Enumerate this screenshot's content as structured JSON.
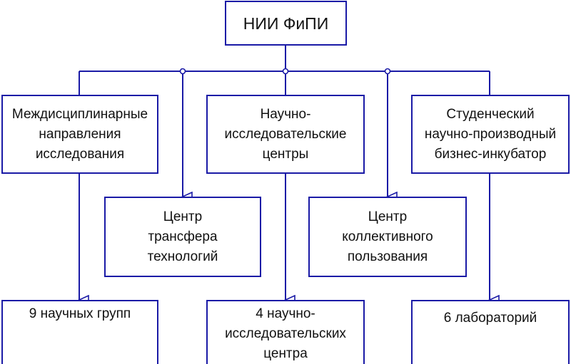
{
  "diagram": {
    "root": {
      "label": "НИИ ФиПИ"
    },
    "level1": [
      {
        "label": "Междисциплинарные\nнаправления\nисследования"
      },
      {
        "label": "Научно-\nисследовательские\nцентры"
      },
      {
        "label": "Студенческий\nнаучно-производный\nбизнес-инкубатор"
      }
    ],
    "level2": [
      {
        "label": "Центр\nтрансфера\nтехнологий"
      },
      {
        "label": "Центр\nколлективного\nпользования"
      }
    ],
    "level3": [
      {
        "label": "9 научных групп"
      },
      {
        "label": "4 научно-\nисследовательских\nцентра"
      },
      {
        "label": "6 лабораторий"
      }
    ],
    "colors": {
      "line": "#1a1aa6",
      "text": "#111111",
      "background": "#ffffff"
    }
  }
}
